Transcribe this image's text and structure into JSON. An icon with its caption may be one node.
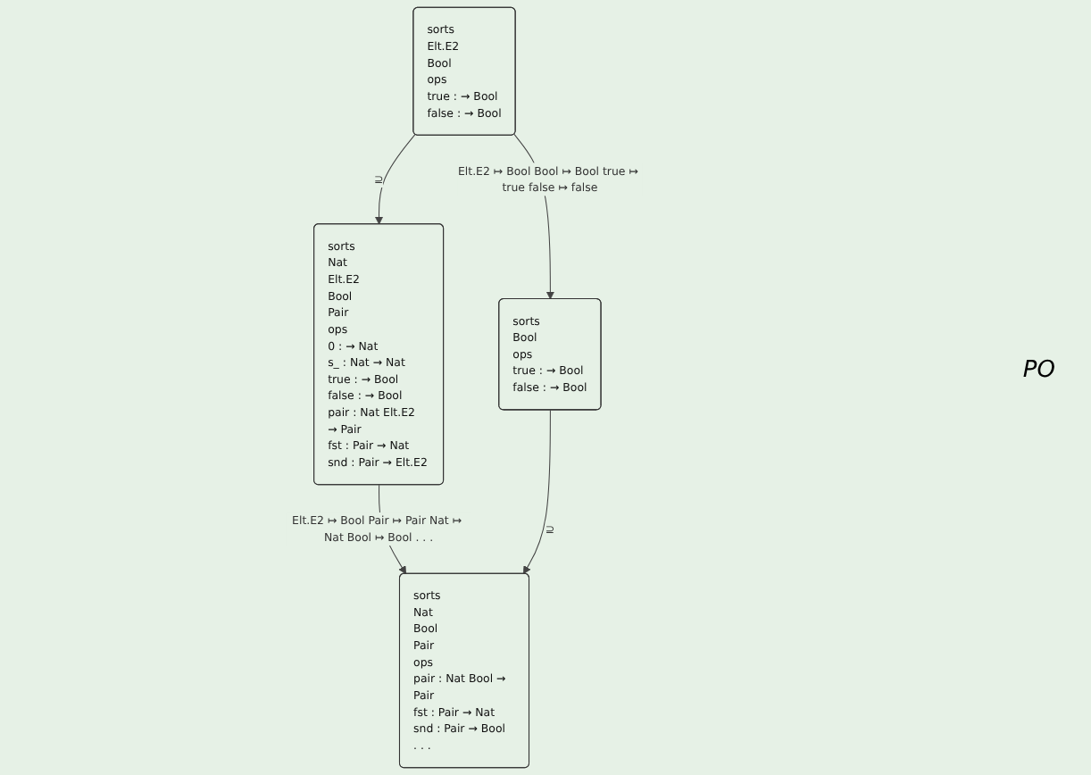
{
  "diagram": {
    "nodes": [
      {
        "text": [
          "sorts",
          "Nat",
          "Elt.E2",
          "Bool",
          "Pair",
          "ops",
          "0 : → Nat",
          "s_ : Nat → Nat",
          "true : → Bool",
          "false : → Bool",
          "pair : Nat Elt.E2 → Pair",
          "fst : Pair → Nat",
          "snd : Pair → Elt.E2"
        ]
      },
      {
        "text": [
          "sorts",
          "Elt.E2",
          "Bool",
          "ops",
          "true : → Bool",
          "false : → Bool"
        ]
      },
      {
        "text": [
          "sorts",
          "Nat",
          "Bool",
          "Pair",
          "ops",
          "pair : Nat Bool → Pair",
          "fst : Pair → Nat",
          "snd : Pair → Bool",
          ". . ."
        ]
      },
      {
        "text": [
          "sorts",
          "Bool",
          "ops",
          "true : → Bool",
          "false : → Bool"
        ]
      }
    ],
    "edges": [
      {
        "from": 1,
        "to": 0,
        "arrow": "to",
        "label": "⊇"
      },
      {
        "from": 0,
        "to": 2,
        "arrow": "to",
        "label": "Elt.E2 ↦ Bool Pair ↦ Pair Nat ↦ Nat Bool ↦ Bool . . ."
      },
      {
        "from": 1,
        "to": 3,
        "arrow": "to",
        "label": "Elt.E2 ↦ Bool Bool ↦ Bool true ↦ true false ↦ false"
      },
      {
        "from": 3,
        "to": 2,
        "arrow": "to",
        "label": "⊇"
      }
    ],
    "labels": [
      "PO"
    ]
  }
}
